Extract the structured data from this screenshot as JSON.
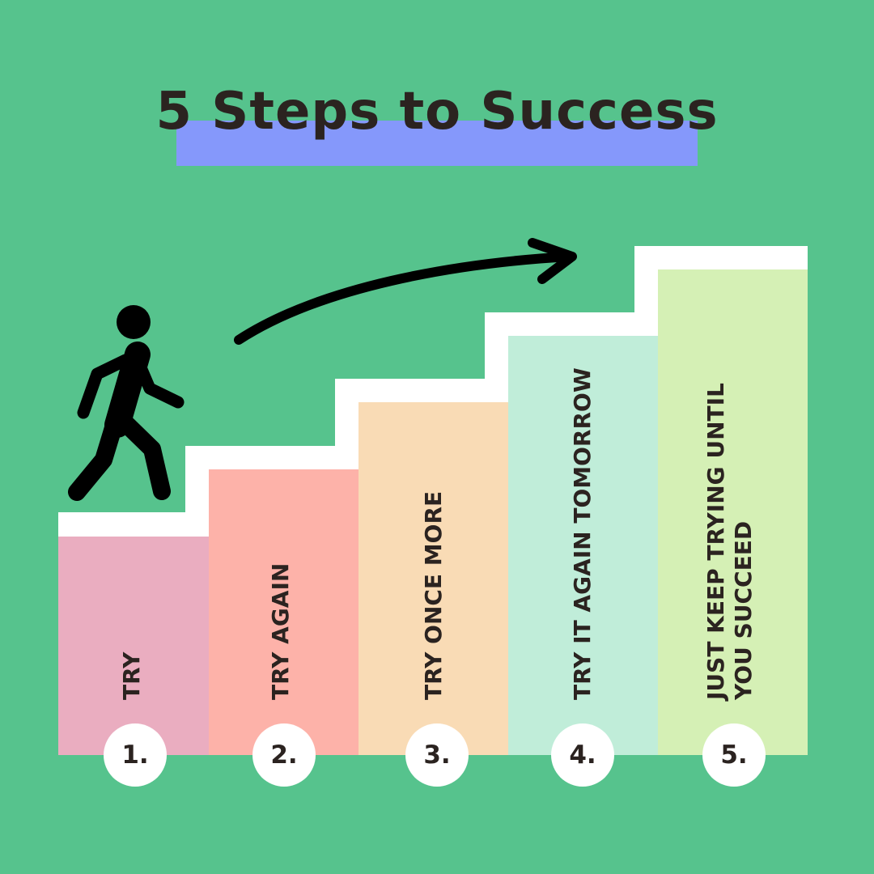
{
  "title": "5 Steps to Success",
  "steps": [
    {
      "number": "1.",
      "label": "TRY",
      "color": "#eaadc0"
    },
    {
      "number": "2.",
      "label": "TRY AGAIN",
      "color": "#fdb2a9"
    },
    {
      "number": "3.",
      "label": "TRY ONCE MORE",
      "color": "#f9dbb5"
    },
    {
      "number": "4.",
      "label": "TRY IT AGAIN TOMORROW",
      "color": "#c0edd9"
    },
    {
      "number": "5.",
      "label": "JUST KEEP TRYING UNTIL YOU SUCCEED",
      "color": "#d5f0b5"
    }
  ],
  "colors": {
    "background": "#56c38d",
    "title_highlight": "#8598fb",
    "stair_edge": "#ffffff",
    "text": "#2b2320"
  },
  "icons": [
    "walking-person-icon",
    "curved-arrow-icon"
  ]
}
